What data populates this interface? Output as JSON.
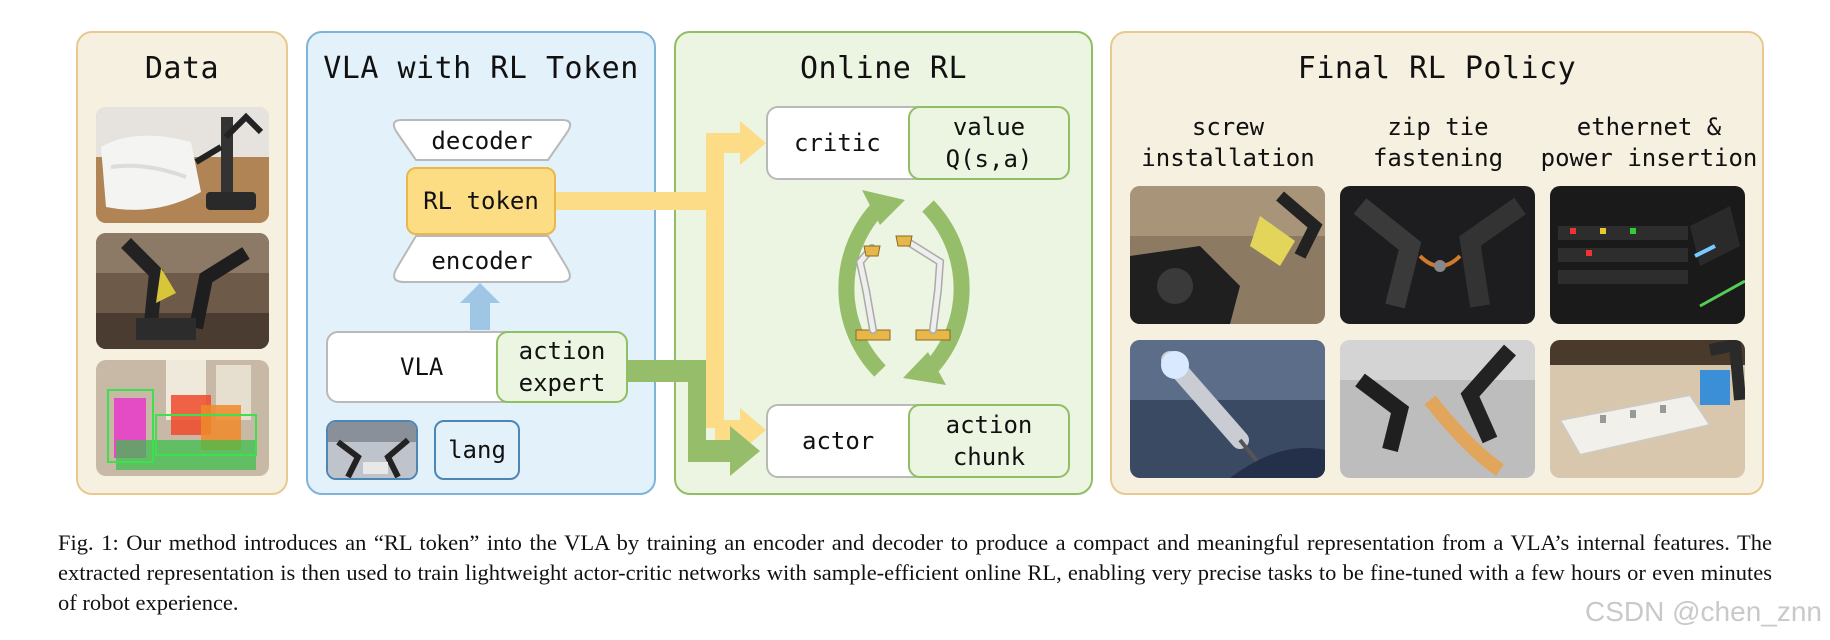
{
  "panels": {
    "data": {
      "title": "Data",
      "bg": "#f6f0e1",
      "border": "#e8c98f"
    },
    "vla": {
      "title": "VLA with RL Token",
      "bg": "#e3f1fa",
      "border": "#7fb3d8"
    },
    "online_rl": {
      "title": "Online RL",
      "bg": "#ecf5e1",
      "border": "#8fbe63"
    },
    "final": {
      "title": "Final RL Policy",
      "bg": "#f6f0e1",
      "border": "#e8c98f"
    }
  },
  "vla_block": {
    "decoder": "decoder",
    "rl_token": "RL token",
    "encoder": "encoder",
    "vla": "VLA",
    "action_expert": "action\nexpert",
    "lang": "lang"
  },
  "online_rl_block": {
    "critic": "critic",
    "value": "value\nQ(s,a)",
    "actor": "actor",
    "action_chunk": "action\nchunk"
  },
  "final_block": {
    "tasks": [
      "screw\ninstallation",
      "zip tie\nfastening",
      "ethernet &\npower insertion"
    ]
  },
  "caption": "Fig. 1: Our method introduces an “RL token” into the VLA by training an encoder and decoder to produce a compact and meaningful representation from a VLA’s internal features. The extracted representation is then used to train lightweight actor-critic networks with sample-efficient online RL, enabling very precise tasks to be fine-tuned with a few hours or even minutes of robot experience.",
  "watermark": "CSDN @chen_znn",
  "colors": {
    "yellow_arrow": "#fcdc86",
    "green_arrow": "#95bd6a",
    "blue_arrow": "#9fc6e4",
    "rl_token_fill": "#fcdd84",
    "rl_token_border": "#e9b84a",
    "lang_border": "#4d86b5"
  }
}
